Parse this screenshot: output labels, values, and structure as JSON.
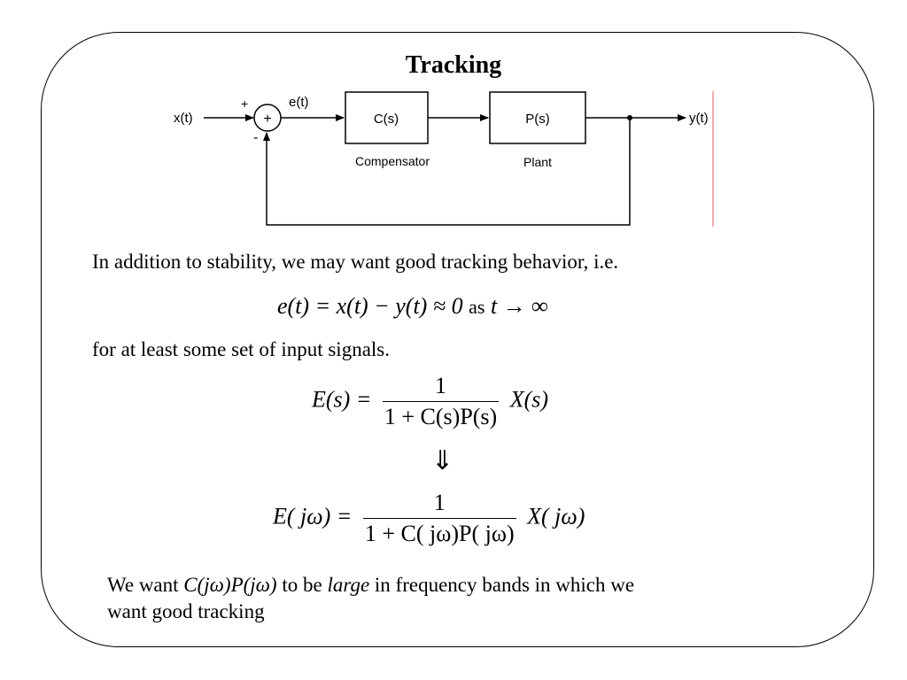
{
  "slide": {
    "title": "Tracking"
  },
  "diagram": {
    "input_label": "x(t)",
    "plus_sign": "+",
    "minus_sign": "-",
    "summer_symbol": "+",
    "error_label": "e(t)",
    "compensator_box": "C(s)",
    "compensator_caption": "Compensator",
    "plant_box": "P(s)",
    "plant_caption": "Plant",
    "output_label": "y(t)",
    "accent_line_color": "#f0b0b0"
  },
  "body": {
    "intro": "In addition to stability, we may want good tracking behavior, i.e.",
    "eq1": {
      "lhs": "e(t) = x(t) − y(t) ≈ 0",
      "as": "as",
      "rhs": "t → ∞"
    },
    "set_text": "for at least some set of input signals.",
    "eq2": {
      "lhs": "E(s) =",
      "numerator": "1",
      "denominator": "1 + C(s)P(s)",
      "rhs": "X(s)"
    },
    "implies": "⇓",
    "eq3": {
      "lhs": "E( jω) =",
      "numerator": "1",
      "denominator": "1 + C( jω)P( jω)",
      "rhs": "X( jω)"
    },
    "conclusion": {
      "part1": "We want ",
      "expr": "C(jω)P(jω)",
      "part2": " to be ",
      "emph": "large",
      "part3": " in frequency bands in which we",
      "line2": "want good tracking"
    }
  }
}
